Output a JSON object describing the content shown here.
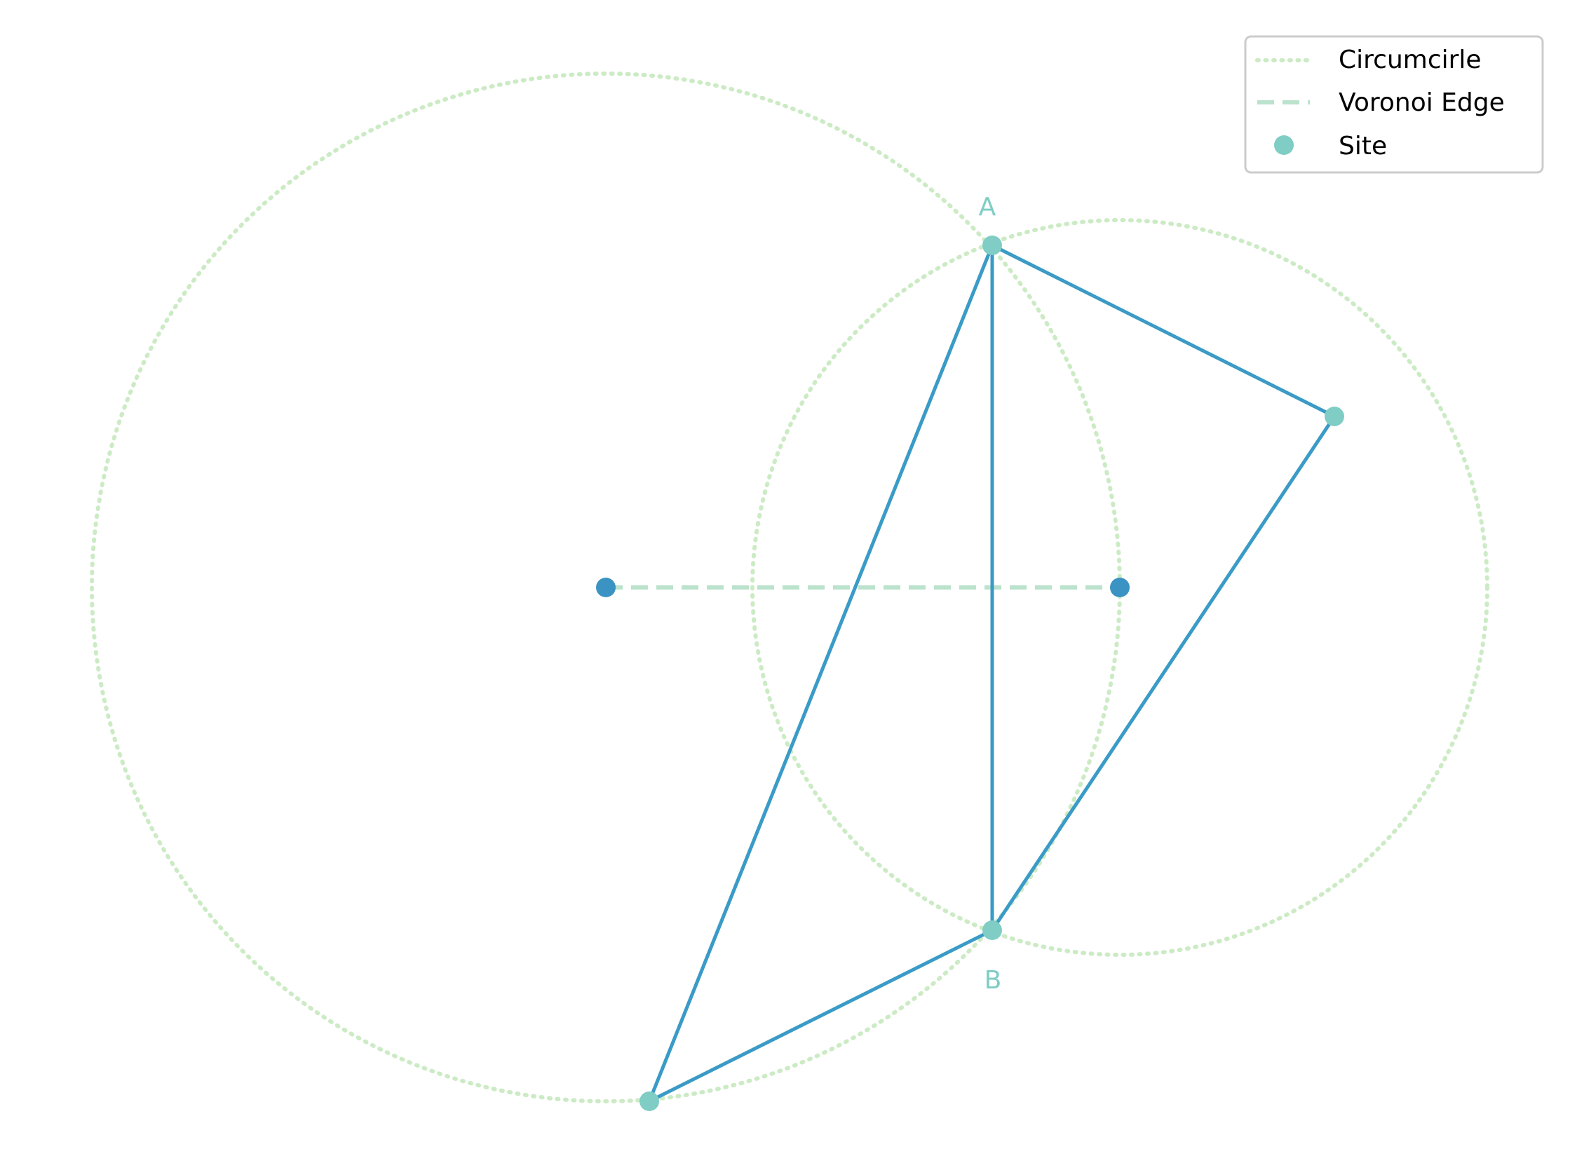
{
  "colors": {
    "circumcircle": "#ccebc5",
    "voronoi_edge": "#bbe2cc",
    "triangle_edge": "#3a9bc6",
    "site": "#7fcdc4",
    "circumcenter": "#3a93c3",
    "legend_border": "#cccccc"
  },
  "legend": {
    "circumcircle_label": "Circumcirle",
    "voronoi_label": "Voronoi Edge",
    "site_label": "Site"
  },
  "labels": {
    "site_a": "A",
    "site_b": "B"
  }
}
